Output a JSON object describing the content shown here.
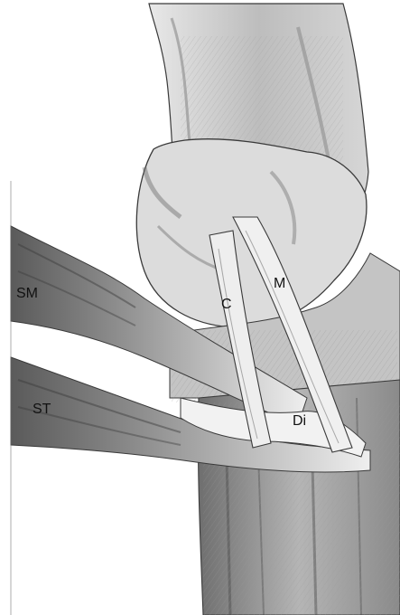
{
  "figure": {
    "labels": {
      "sm": "SM",
      "st": "ST",
      "c": "C",
      "m": "M",
      "di": "Di"
    },
    "colors": {
      "background": "#ffffff",
      "pencil": "#3a3a3a",
      "shade_light": "#d4d4d4",
      "shade_mid": "#9a9a9a",
      "shade_dark": "#4a4a4a"
    }
  }
}
